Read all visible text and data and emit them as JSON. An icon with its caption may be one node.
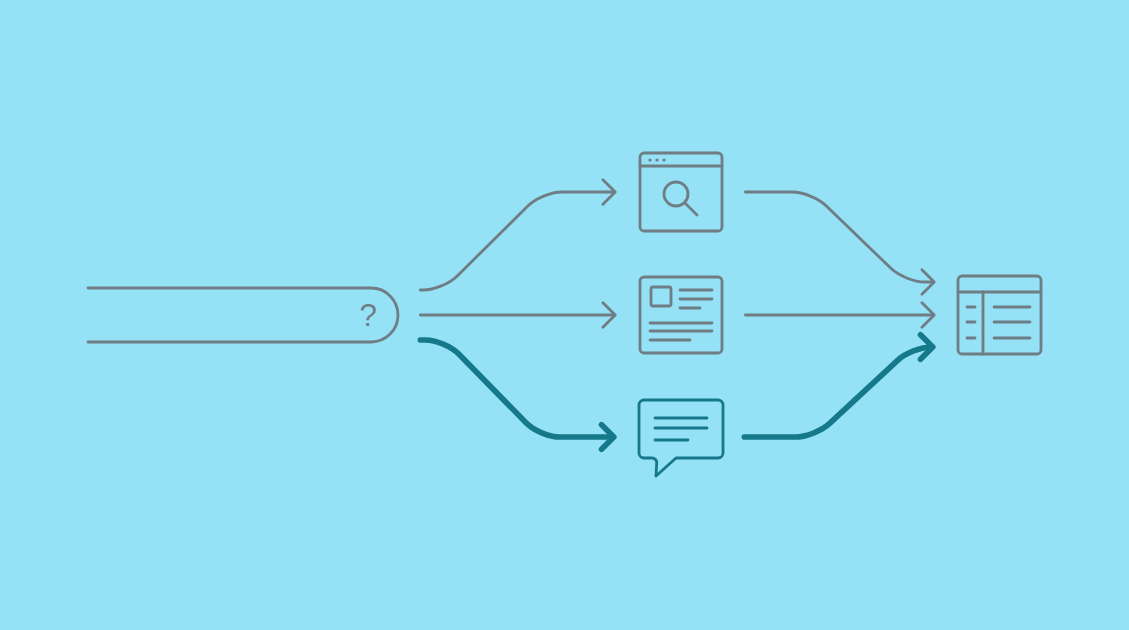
{
  "diagram": {
    "nodes": [
      {
        "text": [
          "?"
        ]
      },
      {
        "text": [],
        "shape": "picture"
      },
      {
        "text": [],
        "shape": "picture"
      },
      {
        "text": [],
        "shape": "picture"
      },
      {
        "text": [],
        "shape": "picture"
      }
    ],
    "edges": [
      {
        "from": 0,
        "to": 1,
        "arrow": "to"
      },
      {
        "from": 0,
        "to": 2,
        "arrow": "to"
      },
      {
        "from": 0,
        "to": 3,
        "arrow": "to",
        "style": "thick",
        "color": "#15798b"
      },
      {
        "from": 1,
        "to": 4,
        "arrow": "to"
      },
      {
        "from": 2,
        "to": 4,
        "arrow": "to"
      },
      {
        "from": 3,
        "to": 4,
        "arrow": "to",
        "style": "thick",
        "color": "#15798b"
      }
    ]
  }
}
